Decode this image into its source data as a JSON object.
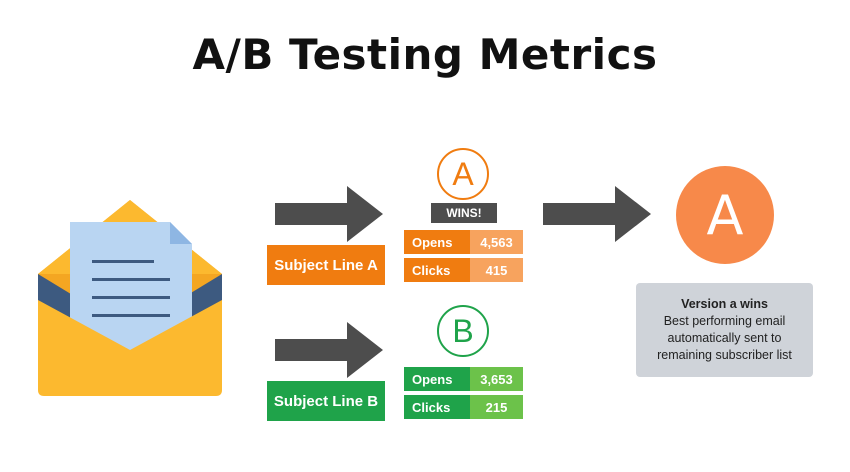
{
  "title": "A/B Testing Metrics",
  "version_a": {
    "letter": "A",
    "badge": "WINS!",
    "subject_label": "Subject Line A",
    "opens_label": "Opens",
    "opens_value": "4,563",
    "clicks_label": "Clicks",
    "clicks_value": "415"
  },
  "version_b": {
    "letter": "B",
    "subject_label": "Subject Line B",
    "opens_label": "Opens",
    "opens_value": "3,653",
    "clicks_label": "Clicks",
    "clicks_value": "215"
  },
  "result": {
    "letter": "A",
    "heading": "Version a wins",
    "line1": "Best performing email",
    "line2": "automatically sent to",
    "line3": "remaining subscriber list"
  },
  "colors": {
    "orange": "#f07c10",
    "orange_light": "#f7a35e",
    "green": "#1fa34a",
    "green_light": "#6cc24a",
    "arrow": "#4d4d4d",
    "envelope": "#fcb92f",
    "paper": "#b9d5f2"
  },
  "icons": [
    "envelope-letter-icon",
    "arrow-right-icon"
  ]
}
